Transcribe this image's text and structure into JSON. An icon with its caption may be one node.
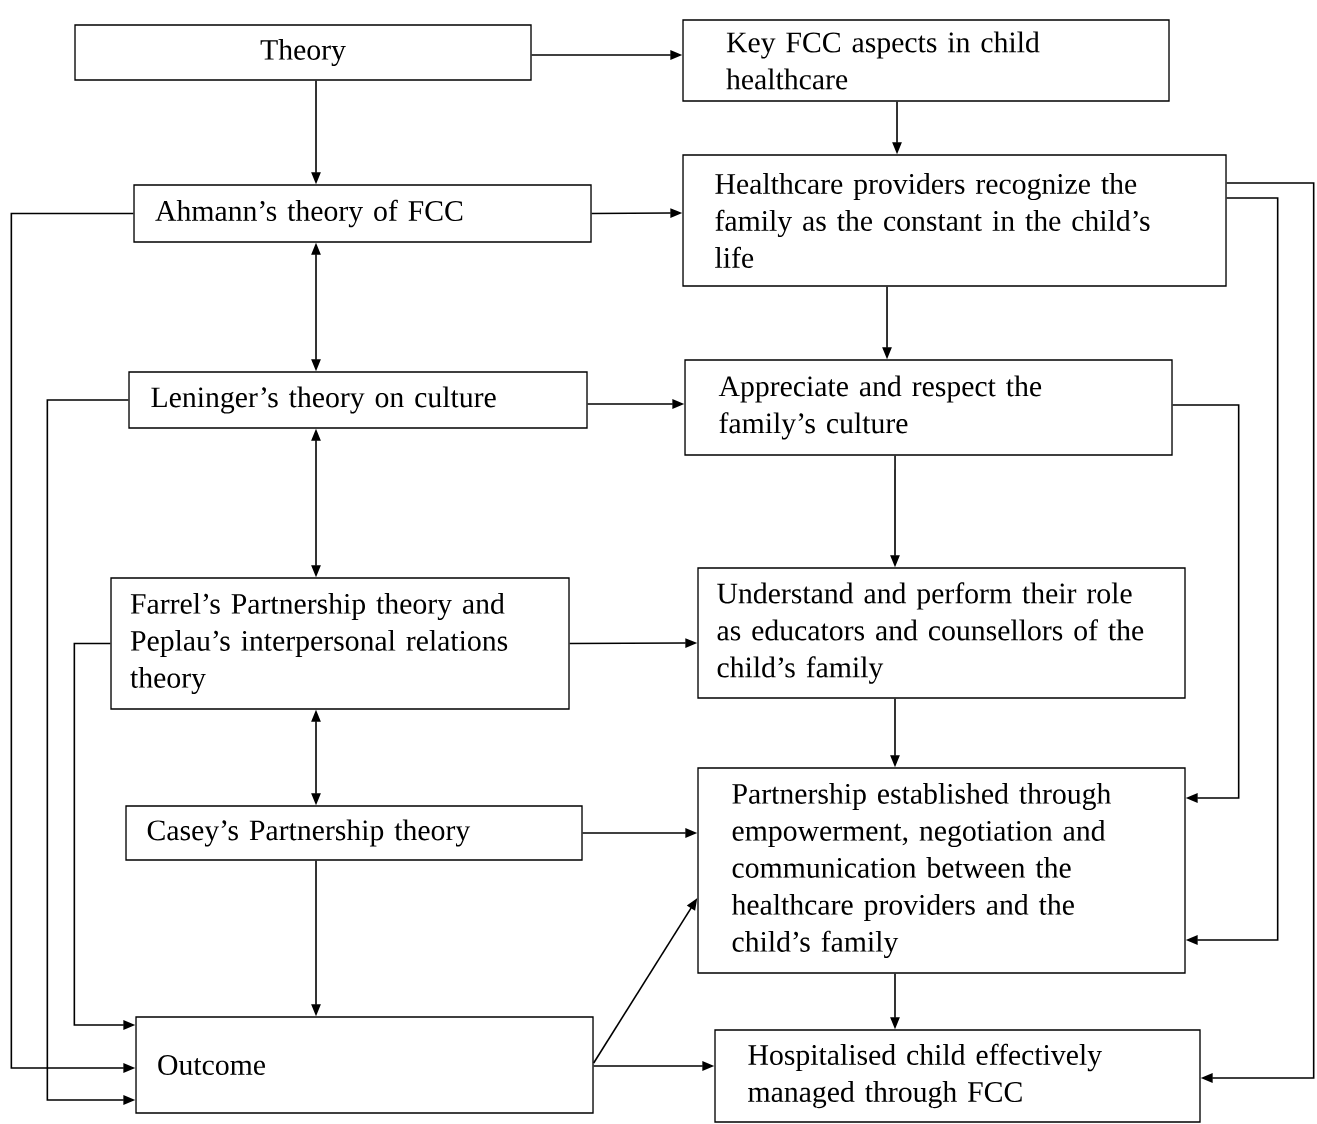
{
  "diagram": {
    "nodes": [
      {
        "text": [
          "Theory"
        ]
      },
      {
        "text": [
          "Key FCC aspects in child healthcare"
        ]
      },
      {
        "text": [
          "Ahmann’s theory of FCC"
        ]
      },
      {
        "text": [
          "Healthcare providers recognize the family as the constant in the child’s life"
        ]
      },
      {
        "text": [
          "Leninger’s theory on culture"
        ]
      },
      {
        "text": [
          "Appreciate and respect the family’s culture"
        ]
      },
      {
        "text": [
          "Farrel’s Partnership theory and Peplau’s interpersonal relations theory"
        ]
      },
      {
        "text": [
          "Understand and perform their role as educators and counsellors of the child’s family"
        ]
      },
      {
        "text": [
          "Casey’s Partnership theory"
        ]
      },
      {
        "text": [
          "Partnership established through empowerment, negotiation and communication between the healthcare providers and the child’s family"
        ]
      },
      {
        "text": [
          "Outcome"
        ]
      },
      {
        "text": [
          "Hospitalised child effectively managed through FCC"
        ]
      }
    ],
    "edges": [
      {
        "from": 0,
        "to": 1,
        "arrow": "to"
      },
      {
        "from": 0,
        "to": 2,
        "arrow": "to"
      },
      {
        "from": 1,
        "to": 3,
        "arrow": "to"
      },
      {
        "from": 2,
        "to": 3,
        "arrow": "to"
      },
      {
        "from": 2,
        "to": 4,
        "arrow": "both"
      },
      {
        "from": 3,
        "to": 5,
        "arrow": "to"
      },
      {
        "from": 4,
        "to": 5,
        "arrow": "to"
      },
      {
        "from": 4,
        "to": 6,
        "arrow": "both"
      },
      {
        "from": 5,
        "to": 7,
        "arrow": "to"
      },
      {
        "from": 6,
        "to": 7,
        "arrow": "to"
      },
      {
        "from": 6,
        "to": 8,
        "arrow": "both"
      },
      {
        "from": 7,
        "to": 9,
        "arrow": "to"
      },
      {
        "from": 8,
        "to": 9,
        "arrow": "to"
      },
      {
        "from": 8,
        "to": 10,
        "arrow": "to"
      },
      {
        "from": 9,
        "to": 11,
        "arrow": "to"
      },
      {
        "from": 10,
        "to": 9,
        "arrow": "to"
      },
      {
        "from": 10,
        "to": 11,
        "arrow": "to"
      },
      {
        "from": 2,
        "to": 10,
        "arrow": "to"
      },
      {
        "from": 4,
        "to": 10,
        "arrow": "to"
      },
      {
        "from": 6,
        "to": 10,
        "arrow": "to"
      },
      {
        "from": 3,
        "to": 11,
        "arrow": "to"
      },
      {
        "from": 3,
        "to": 9,
        "arrow": "to"
      },
      {
        "from": 5,
        "to": 9,
        "arrow": "to"
      }
    ]
  }
}
